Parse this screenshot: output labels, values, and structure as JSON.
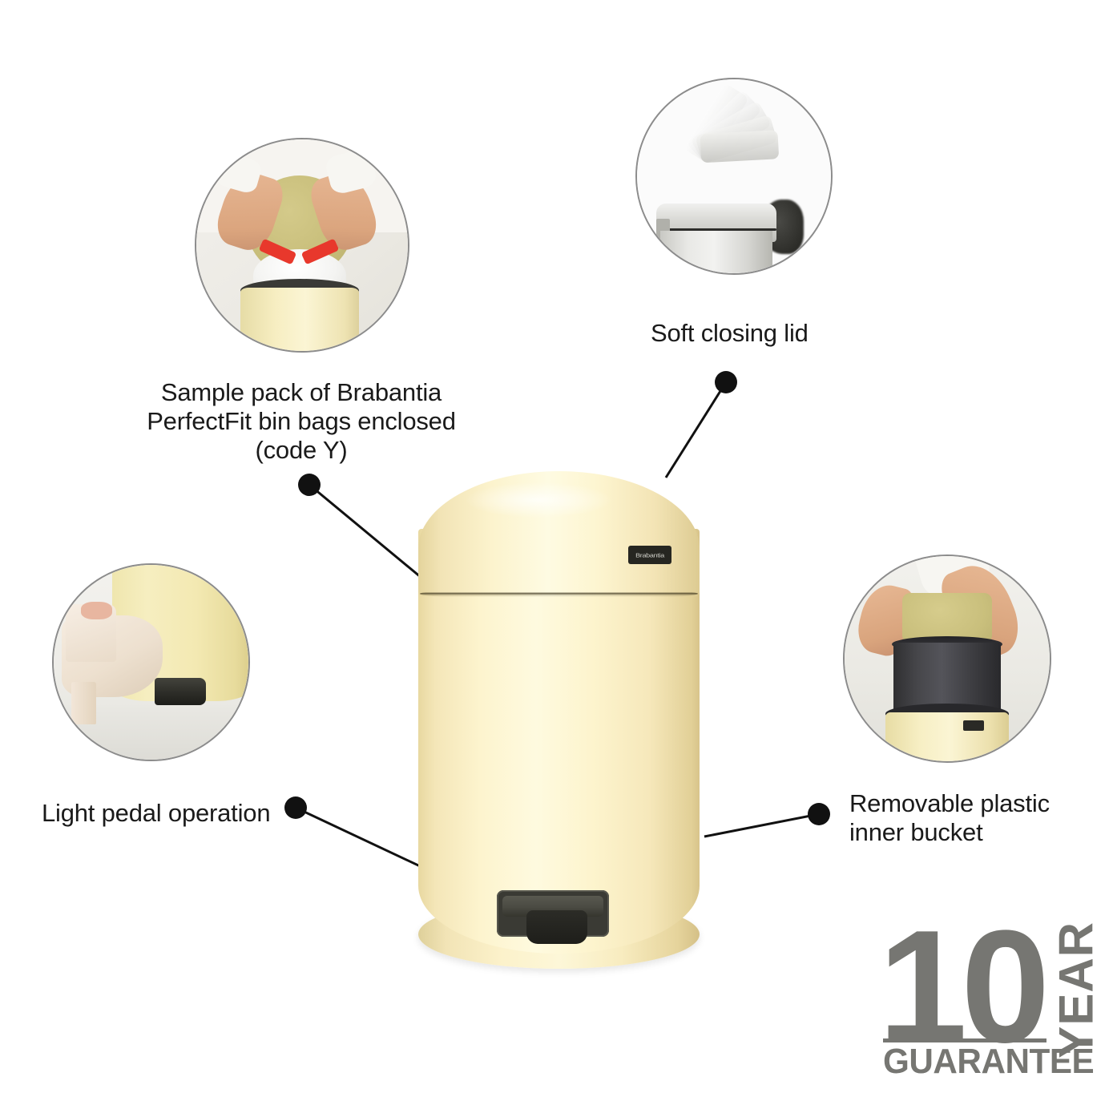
{
  "meta": {
    "background_color": "#ffffff",
    "product_color": "#fbf2c9",
    "accent_dark": "#1a1a1a",
    "circle_border_color": "#8c8c8c",
    "badge_color": "#767672"
  },
  "callouts": [
    {
      "id": "bin-bags",
      "label": "Sample pack of Brabantia\nPerfectFit bin bags enclosed\n(code Y)",
      "photo_alt": "Two hands tying the red drawstring of a white PerfectFit bin bag inside the yellow bin"
    },
    {
      "id": "soft-closing-lid",
      "label": "Soft closing lid",
      "photo_alt": "Motion-blurred sequence of a stainless steel lid slowly closing onto the bin"
    },
    {
      "id": "light-pedal",
      "label": "Light pedal operation",
      "photo_alt": "A cream leather ankle boot pressing the black pedal of the yellow bin"
    },
    {
      "id": "inner-bucket",
      "label": "Removable plastic\ninner bucket",
      "photo_alt": "Two hands lifting the dark grey plastic inner bucket out of the yellow bin"
    }
  ],
  "product": {
    "brand_logo_text": "Brabantia",
    "alt": "Yellow mimosa Brabantia NewIcon pedal bin with soft closing lid"
  },
  "guarantee_badge": {
    "number": "10",
    "period": "YEAR",
    "word": "GUARANTEE"
  },
  "leader_lines": [
    {
      "id": "bin-bags-leader",
      "dot": [
        386,
        605
      ],
      "end": [
        625,
        803
      ]
    },
    {
      "id": "soft-closing-lid-leader",
      "dot": [
        906,
        477
      ],
      "end": [
        831,
        596
      ]
    },
    {
      "id": "light-pedal-leader",
      "dot": [
        369,
        1008
      ],
      "end": [
        622,
        1127
      ]
    },
    {
      "id": "inner-bucket-leader",
      "dot": [
        1022,
        1016
      ],
      "end": [
        879,
        1044
      ]
    }
  ]
}
